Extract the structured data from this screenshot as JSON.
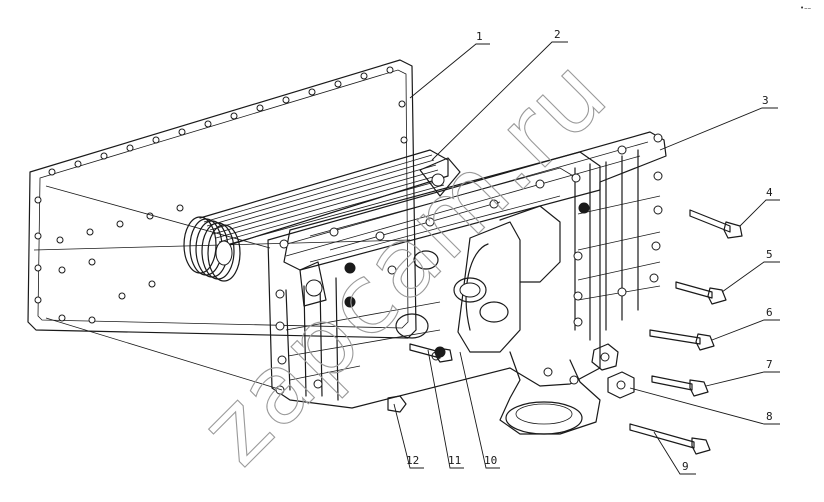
{
  "watermark": "zapcam.ru",
  "corner_mark": "•––",
  "callouts": [
    {
      "label": "1"
    },
    {
      "label": "2"
    },
    {
      "label": "3"
    },
    {
      "label": "4"
    },
    {
      "label": "5"
    },
    {
      "label": "6"
    },
    {
      "label": "7"
    },
    {
      "label": "8"
    },
    {
      "label": "9"
    },
    {
      "label": "10"
    },
    {
      "label": "11"
    },
    {
      "label": "12"
    }
  ]
}
